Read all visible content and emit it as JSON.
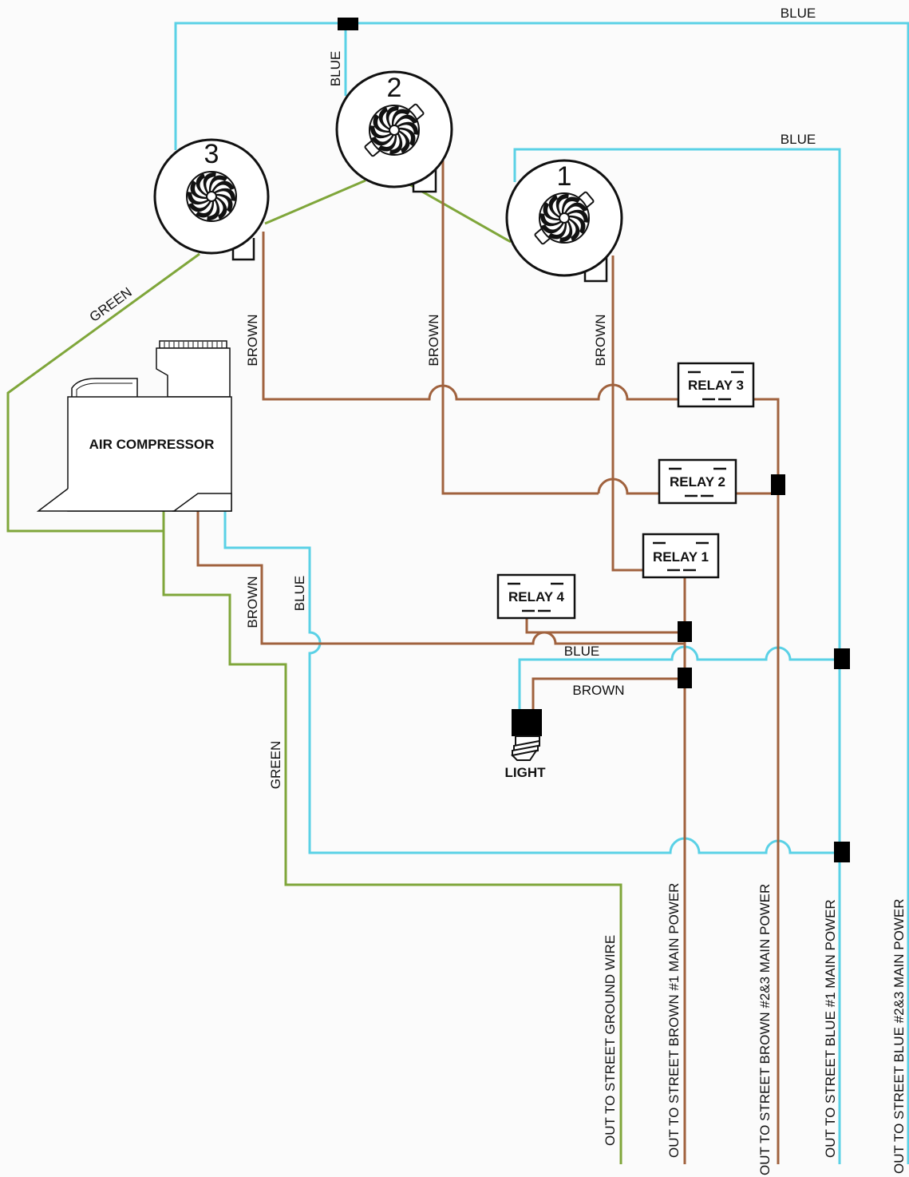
{
  "colors": {
    "blue": "#5ad1e6",
    "brown": "#a0623e",
    "green": "#7fa63a",
    "black": "#111111",
    "background": "#fbfbfb"
  },
  "wire_labels": {
    "blue": "BLUE",
    "brown": "BROWN",
    "green": "GREEN"
  },
  "fans": [
    {
      "number": "1",
      "icon": "fan-icon"
    },
    {
      "number": "2",
      "icon": "fan-icon"
    },
    {
      "number": "3",
      "icon": "fan-icon"
    }
  ],
  "relays": [
    "RELAY 1",
    "RELAY 2",
    "RELAY 3",
    "RELAY 4"
  ],
  "compressor": {
    "label": "AIR COMPRESSOR",
    "icon": "air-compressor-icon"
  },
  "light": {
    "label": "LIGHT",
    "icon": "light-bulb-icon"
  },
  "outputs": [
    "OUT TO STREET GROUND WIRE",
    "OUT TO STREET BROWN #1 MAIN POWER",
    "OUT TO STREET BROWN #2&3 MAIN POWER",
    "OUT TO STREET BLUE #1 MAIN POWER",
    "OUT TO STREET BLUE #2&3 MAIN POWER"
  ]
}
